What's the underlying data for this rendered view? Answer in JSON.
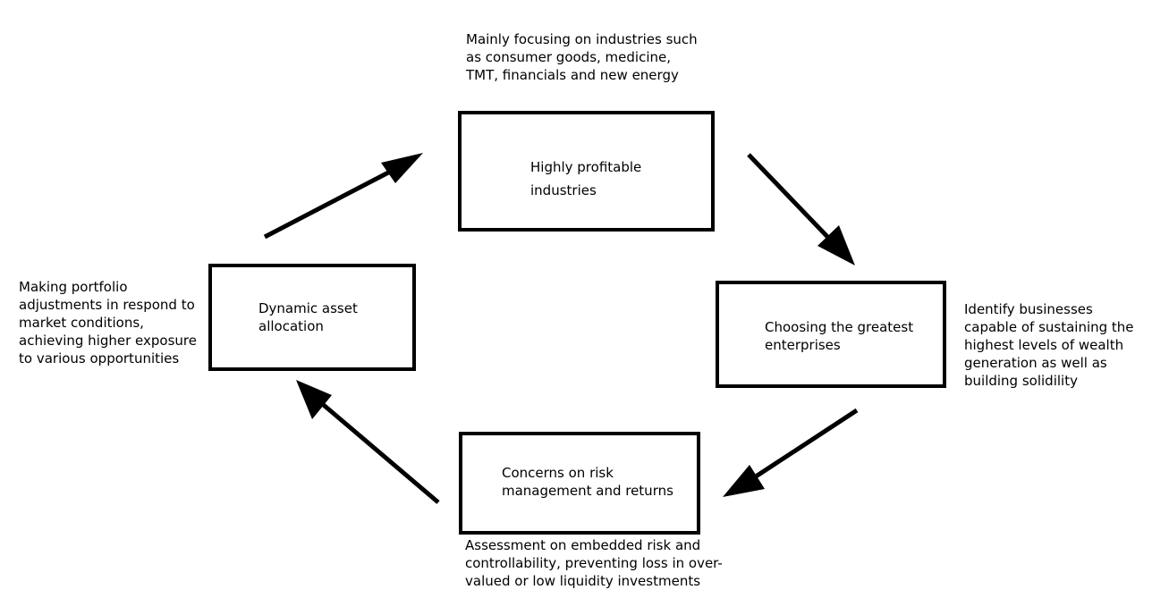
{
  "nodes": {
    "industries": {
      "label": "Highly profitable\nindustries"
    },
    "enterprises": {
      "label": "Choosing the greatest\nenterprises"
    },
    "risk": {
      "label": "Concerns on risk\nmanagement and returns"
    },
    "allocation": {
      "label": "Dynamic asset\nallocation"
    }
  },
  "notes": {
    "industries": "Mainly focusing on industries such\nas consumer goods, medicine,\nTMT, financials and new energy",
    "enterprises": "Identify businesses\ncapable of sustaining the\nhighest levels of wealth\ngeneration as well as\nbuilding solidility",
    "risk": "Assessment on embedded risk and\ncontrollability, preventing loss in over-\nvalued or low liquidity investments",
    "allocation": "Making portfolio\nadjustments in respond to\nmarket conditions,\nachieving higher exposure\nto various opportunities"
  },
  "edges": [
    {
      "from": "industries",
      "to": "enterprises"
    },
    {
      "from": "enterprises",
      "to": "risk"
    },
    {
      "from": "risk",
      "to": "allocation"
    },
    {
      "from": "allocation",
      "to": "industries"
    }
  ]
}
